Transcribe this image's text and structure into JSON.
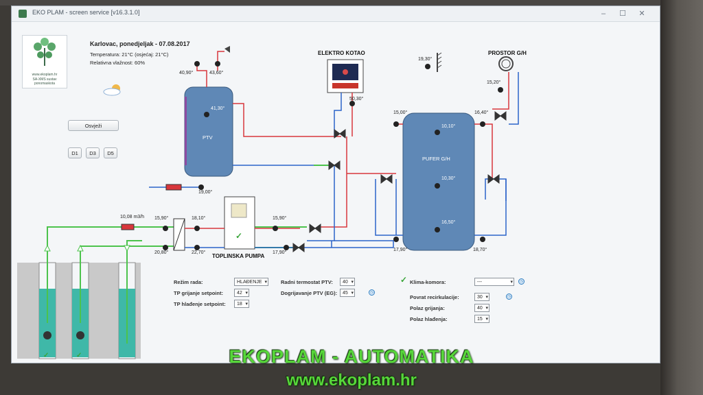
{
  "window": {
    "title": "EKO PLAM - screen service [v16.3.1.0]"
  },
  "logo": {
    "site": "www.ekoplam.hr",
    "line1": "SA-XMS sustav",
    "line2": "ponomaskota"
  },
  "info": {
    "date": "Karlovac, ponedjeljak - 07.08.2017",
    "temperature": "Temperatura: 21°C (osjećaj: 21°C)",
    "humidity": "Relativna vlažnost: 60%"
  },
  "buttons": {
    "refresh": "Osvježi",
    "d1": "D1",
    "d3": "D3",
    "d5": "D5"
  },
  "components": {
    "ptv": "PTV",
    "elektro_kotao": "ELEKTRO KOTAO",
    "pufer": "PUFER G/H",
    "prostor": "PROSTOR G/H",
    "toplinska_pumpa": "TOPLINSKA PUMPA"
  },
  "temps": {
    "t_4090": "40,90°",
    "t_4360": "43,60°",
    "t_4130": "41,30°",
    "t_1900": "19,00°",
    "t_5030": "50,30°",
    "t_1930": "19,30°",
    "t_1520": "15,20°",
    "t_1500": "15,00°",
    "t_1640": "16,40°",
    "t_1010": "10,10°",
    "t_1030": "10,30°",
    "t_1650": "16,50°",
    "t_1790a": "17,90°",
    "t_1870": "18,70°",
    "t_1590a": "15,90°",
    "t_1810": "18,10°",
    "t_1590b": "15,90°",
    "t_2080": "20,80°",
    "t_2270": "22,70°",
    "t_1790b": "17,90°"
  },
  "flow": "10,08 m3/h",
  "controls": {
    "rezim_label": "Režim rada:",
    "rezim_value": "HLAĐENJE",
    "tp_grijanje_label": "TP grijanje setpoint:",
    "tp_grijanje_value": "42",
    "tp_hladjenje_label": "TP hlađenje setpoint:",
    "tp_hladjenje_value": "18",
    "radni_ptv_label": "Radni termostat PTV:",
    "radni_ptv_value": "40",
    "dogrijavanje_label": "Dogrijavanje PTV (EG):",
    "dogrijavanje_value": "45",
    "klima_label": "Klima-komora:",
    "klima_value": "---",
    "povrat_label": "Povrat recirkulacije:",
    "povrat_value": "30",
    "polaz_grijanja_label": "Polaz grijanja:",
    "polaz_grijanja_value": "40",
    "polaz_hladjenja_label": "Polaz hlađenja:",
    "polaz_hladjenja_value": "15"
  },
  "overlay": {
    "title": "EKOPLAM - AUTOMATIKA",
    "url": "www.ekoplam.hr"
  },
  "colors": {
    "hot": "#d8373c",
    "cold": "#2b63c9",
    "ground": "#4cc34c",
    "tank": "#5f88b6",
    "overlay": "#57d63a"
  }
}
